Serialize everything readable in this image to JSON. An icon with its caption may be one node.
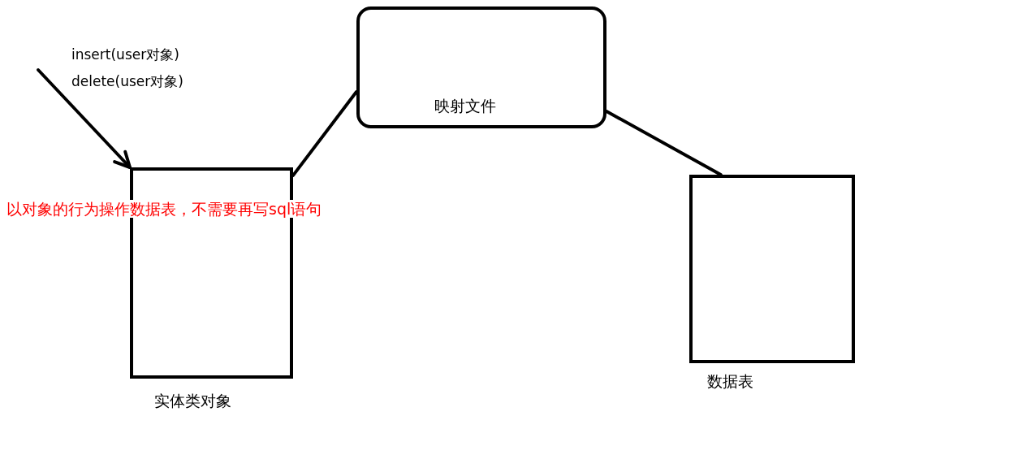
{
  "diagram": {
    "nodes": [
      {
        "text": [
          "实体类对象"
        ]
      },
      {
        "text": [
          "映射文件"
        ]
      },
      {
        "text": [
          "数据表"
        ]
      }
    ],
    "edges": [
      {
        "from": null,
        "to": 0,
        "arrow": "to"
      },
      {
        "from": 0,
        "to": 1,
        "arrow": "none"
      },
      {
        "from": 1,
        "to": 2,
        "arrow": "none"
      }
    ],
    "labels": [
      "insert(user对象)",
      "delete(user对象)",
      "以对象的行为操作数据表，不需要再写sql语句"
    ]
  }
}
